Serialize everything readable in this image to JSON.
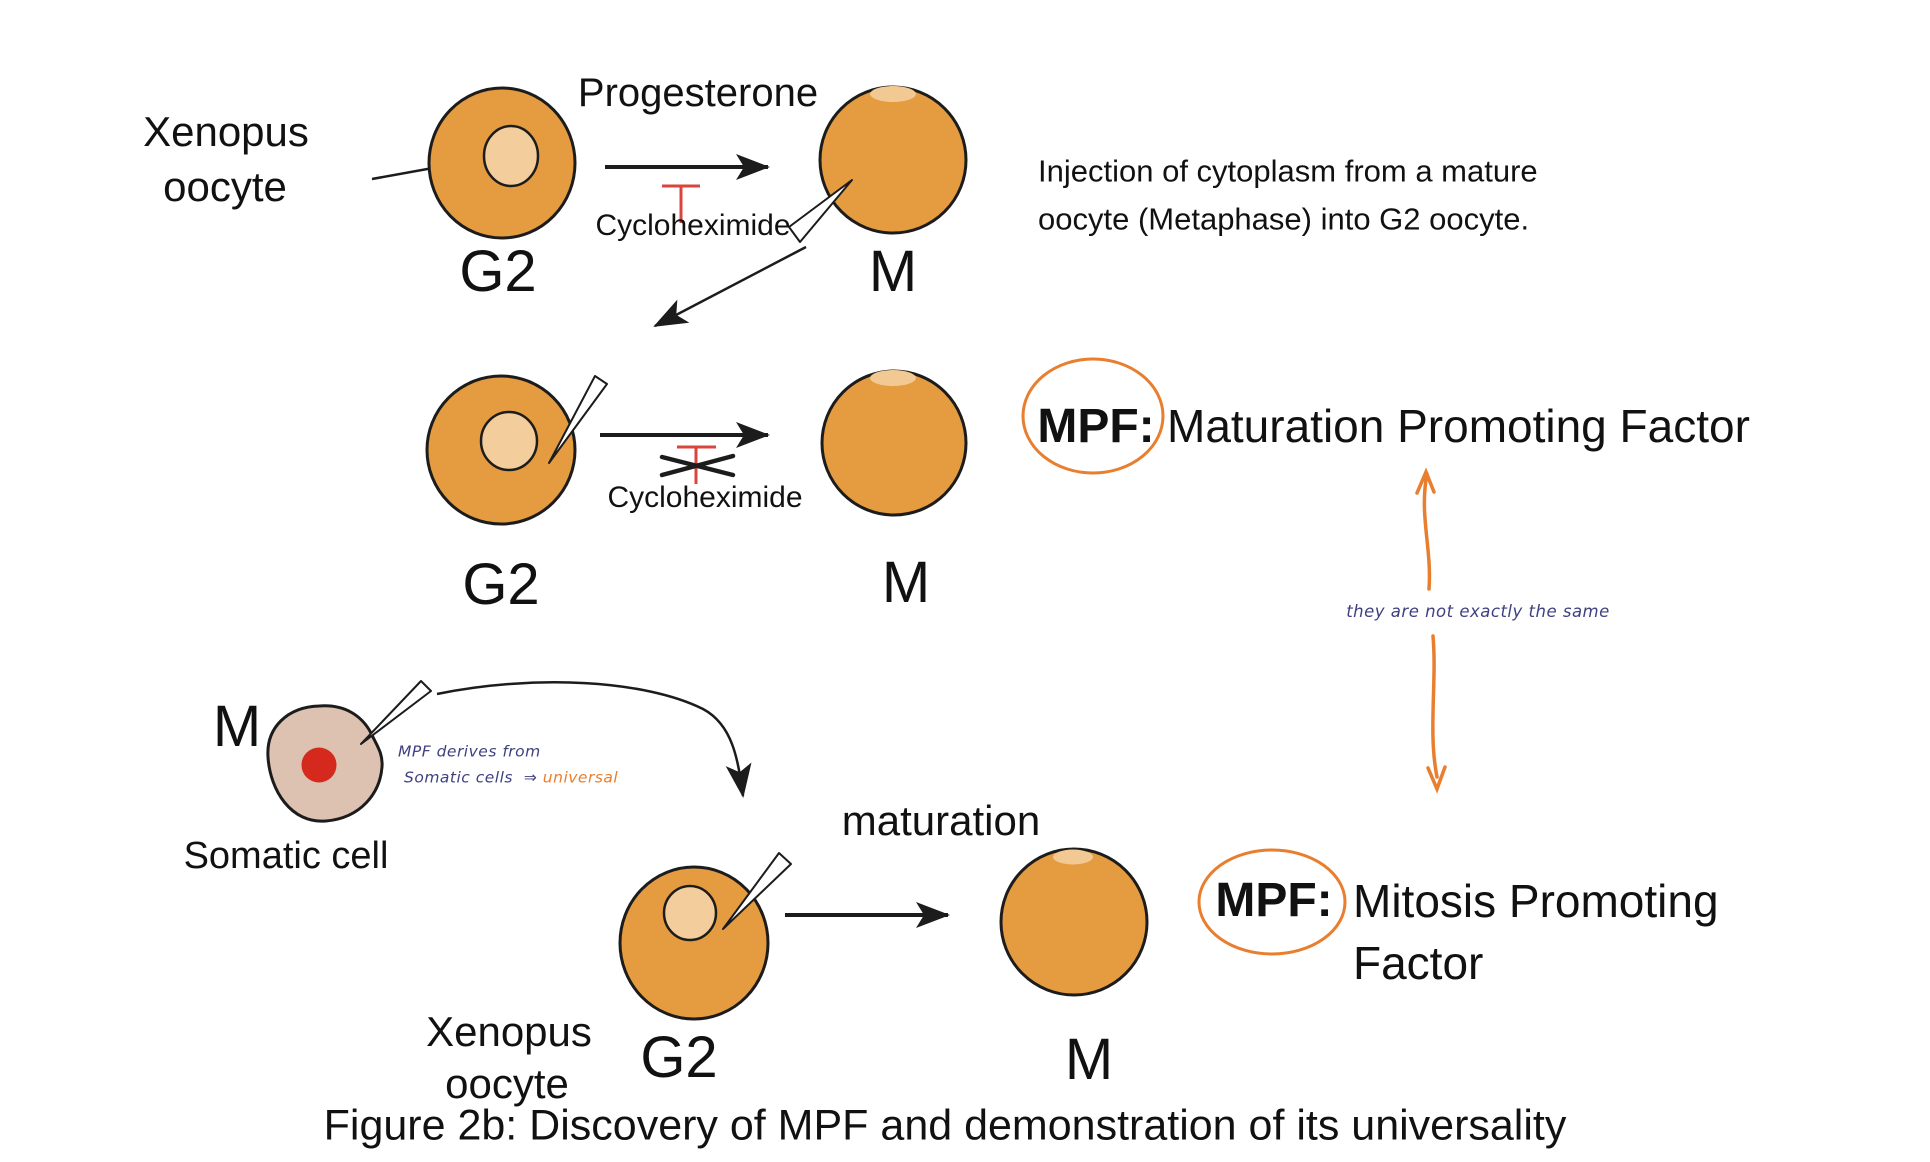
{
  "colors": {
    "oocyte_fill": "#E59C40",
    "oocyte_nucleus": "#F3CD9B",
    "oocyte_highlight": "#F2C992",
    "somatic_fill": "#DDC2B2",
    "somatic_nucleus": "#D6291D",
    "inhibitor_red": "#D8453C",
    "accent_orange": "#E87E2E",
    "handwriting_ink": "#3F4080",
    "line_black": "#1C1C1C"
  },
  "row1": {
    "cell_label_line1": "Xenopus",
    "cell_label_line2": "oocyte",
    "g2_label": "G2",
    "arrow_label": "Progesterone",
    "inhibitor_label": "Cycloheximide",
    "m_label": "M",
    "note_line1": "Injection of cytoplasm from a mature",
    "note_line2": "oocyte (Metaphase) into G2 oocyte."
  },
  "row2": {
    "g2_label": "G2",
    "inhibitor_label": "Cycloheximide",
    "m_label": "M",
    "mpf_abbr": "MPF",
    "mpf_colon": ":",
    "mpf_full": "Maturation Promoting Factor"
  },
  "annotation": {
    "comparison_note": "they are not exactly the same"
  },
  "row3": {
    "somatic_phase_label": "M",
    "somatic_cell_label": "Somatic cell",
    "handwriting_line1": "MPF derives from",
    "handwriting_line2": "Somatic cells",
    "handwriting_arrow": "⇒",
    "handwriting_highlight": "universal",
    "xenopus_label_line1": "Xenopus",
    "xenopus_label_line2": "oocyte",
    "g2_label": "G2",
    "maturation_label": "maturation",
    "m_label": "M",
    "mpf_abbr": "MPF",
    "mpf_colon": ":",
    "mpf_full_line1": "Mitosis Promoting",
    "mpf_full_line2": "Factor"
  },
  "caption": "Figure 2b: Discovery of MPF and demonstration of its universality"
}
